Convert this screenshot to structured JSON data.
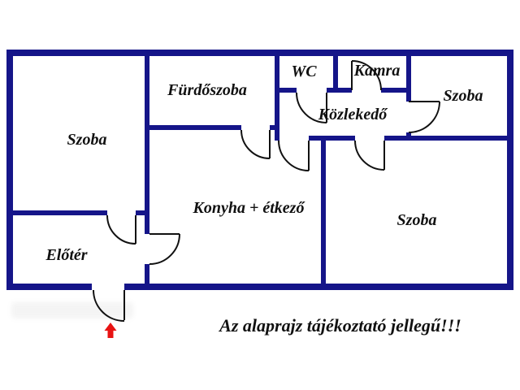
{
  "colors": {
    "wall": "#151589",
    "door_line": "#111111",
    "arrow": "#e81313",
    "ink": "#111111",
    "bg": "#ffffff"
  },
  "floor_plan": {
    "rooms": [
      {
        "name": "szoba-top-left",
        "label": "Szoba"
      },
      {
        "name": "furdoszoba",
        "label": "Fürdőszoba"
      },
      {
        "name": "wc",
        "label": "WC"
      },
      {
        "name": "kamra",
        "label": "Kamra"
      },
      {
        "name": "kozlekedo",
        "label": "Közlekedő"
      },
      {
        "name": "szoba-top-right",
        "label": "Szoba"
      },
      {
        "name": "konyha-etkezo",
        "label": "Konyha + étkező"
      },
      {
        "name": "szoba-bottom-right",
        "label": "Szoba"
      },
      {
        "name": "eloter",
        "label": "Előtér"
      }
    ],
    "entrance": {
      "symbol": "red-up-arrow"
    },
    "disclaimer": "Az alaprajz tájékoztató jellegű!!!"
  }
}
